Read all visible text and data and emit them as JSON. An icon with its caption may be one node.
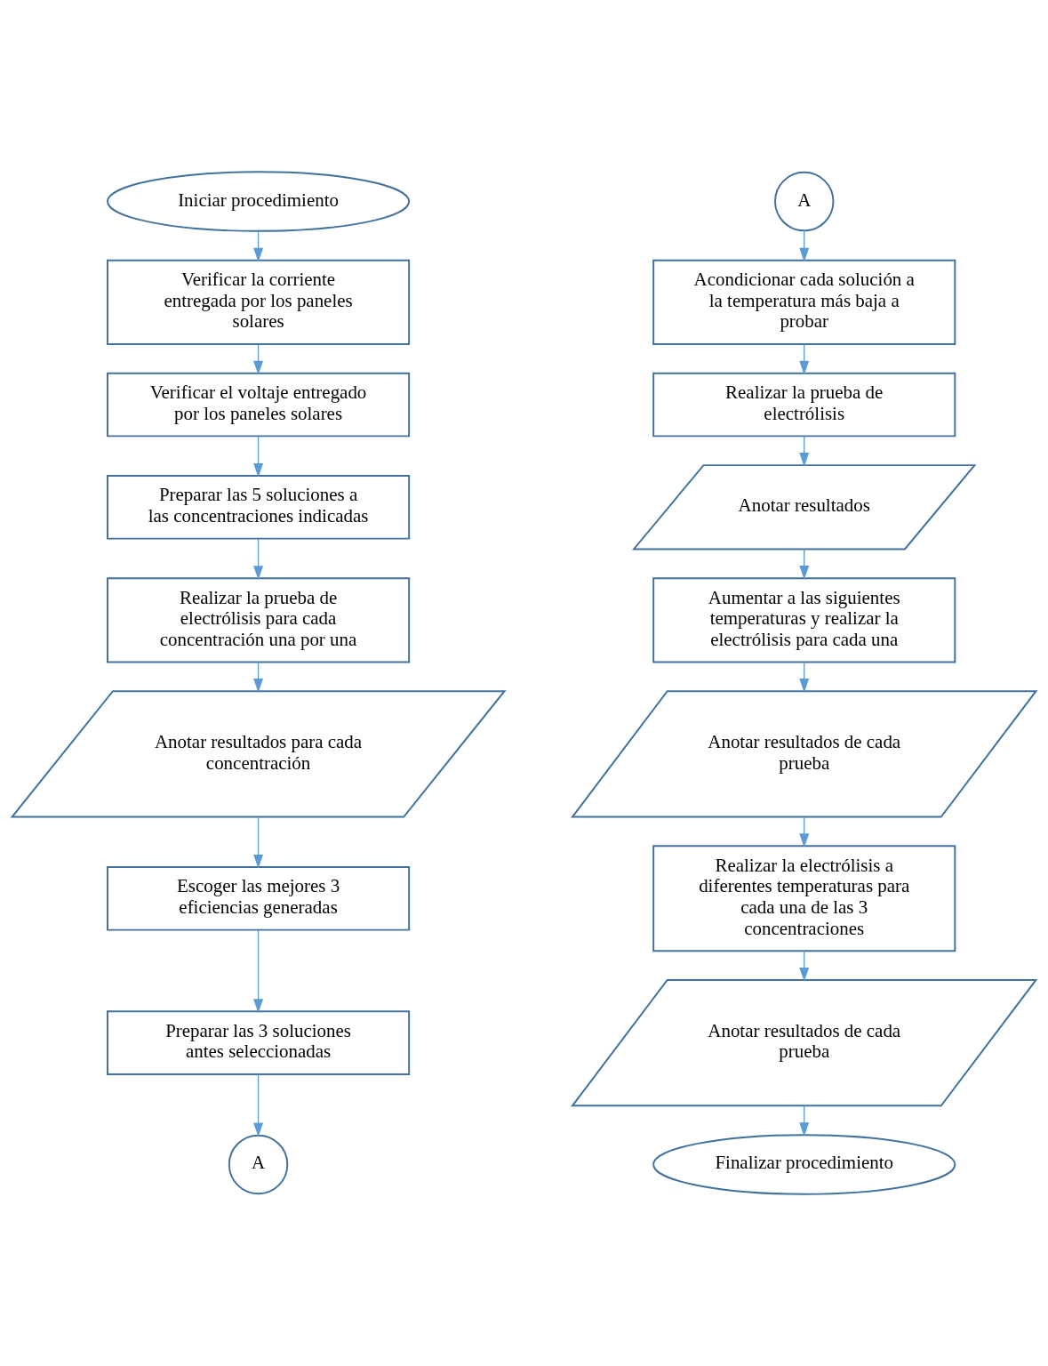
{
  "diagram": {
    "nodes": [
      {
        "text": [
          "Iniciar procedimiento"
        ]
      },
      {
        "text": [
          "Verificar la corriente entregada por los paneles solares"
        ]
      },
      {
        "text": [
          "Verificar el voltaje entregado por los paneles solares"
        ]
      },
      {
        "text": [
          "Preparar las 5 soluciones a las concentraciones indicadas"
        ]
      },
      {
        "text": [
          "Realizar la prueba de electrólisis para cada concentración una por una"
        ]
      },
      {
        "text": [
          "Anotar resultados para cada concentración"
        ]
      },
      {
        "text": [
          "Escoger las mejores 3 eficiencias generadas"
        ]
      },
      {
        "text": [
          "Preparar las 3 soluciones antes seleccionadas"
        ]
      },
      {
        "text": [
          "A"
        ]
      },
      {
        "text": [
          "A"
        ]
      },
      {
        "text": [
          "Acondicionar cada solución a la temperatura más baja a probar"
        ]
      },
      {
        "text": [
          "Realizar la prueba de electrólisis"
        ]
      },
      {
        "text": [
          "Anotar resultados"
        ]
      },
      {
        "text": [
          "Aumentar a las siguientes temperaturas y realizar la electrólisis para cada una"
        ]
      },
      {
        "text": [
          "Anotar resultados de cada prueba"
        ]
      },
      {
        "text": [
          "Realizar la electrólisis a diferentes temperaturas para cada una de las 3 concentraciones"
        ]
      },
      {
        "text": [
          "Anotar resultados de cada prueba"
        ]
      },
      {
        "text": [
          "Finalizar procedimiento"
        ]
      }
    ],
    "edges": [
      {
        "from": 0,
        "to": 1,
        "arrow": "to"
      },
      {
        "from": 1,
        "to": 2,
        "arrow": "to"
      },
      {
        "from": 2,
        "to": 3,
        "arrow": "to"
      },
      {
        "from": 3,
        "to": 4,
        "arrow": "to"
      },
      {
        "from": 4,
        "to": 5,
        "arrow": "to"
      },
      {
        "from": 5,
        "to": 6,
        "arrow": "to"
      },
      {
        "from": 6,
        "to": 7,
        "arrow": "to"
      },
      {
        "from": 7,
        "to": 8,
        "arrow": "to"
      },
      {
        "from": 9,
        "to": 10,
        "arrow": "to"
      },
      {
        "from": 10,
        "to": 11,
        "arrow": "to"
      },
      {
        "from": 11,
        "to": 12,
        "arrow": "to"
      },
      {
        "from": 12,
        "to": 13,
        "arrow": "to"
      },
      {
        "from": 13,
        "to": 14,
        "arrow": "to"
      },
      {
        "from": 14,
        "to": 15,
        "arrow": "to"
      },
      {
        "from": 15,
        "to": 16,
        "arrow": "to"
      },
      {
        "from": 16,
        "to": 17,
        "arrow": "to"
      }
    ]
  }
}
